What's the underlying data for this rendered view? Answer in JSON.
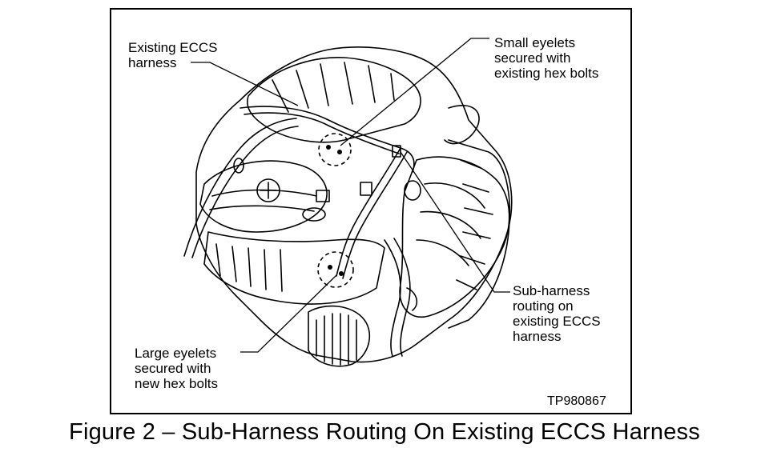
{
  "figure": {
    "caption": "Figure 2 – Sub-Harness Routing On Existing ECCS Harness",
    "code": "TP980867"
  },
  "callouts": {
    "existing_eccs": "Existing ECCS\nharness",
    "small_eyelets": "Small eyelets\nsecured with\nexisting hex bolts",
    "sub_harness": "Sub-harness\nrouting on\nexisting ECCS\nharness",
    "large_eyelets": "Large eyelets\nsecured with\nnew hex bolts"
  },
  "colors": {
    "ink": "#000000",
    "paper": "#ffffff"
  }
}
